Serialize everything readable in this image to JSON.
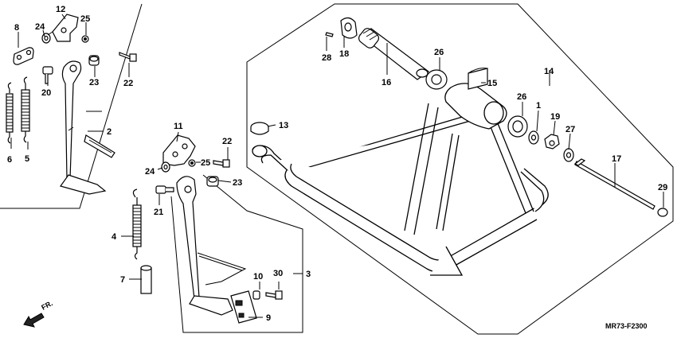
{
  "figure_code": "MR73-F2300",
  "direction_label": "FR.",
  "callouts": {
    "c1": "1",
    "c2": "2",
    "c3": "3",
    "c4": "4",
    "c5": "5",
    "c6": "6",
    "c7": "7",
    "c8": "8",
    "c9": "9",
    "c10": "10",
    "c11": "11",
    "c12": "12",
    "c13": "13",
    "c14": "14",
    "c15": "15",
    "c16": "16",
    "c17": "17",
    "c18": "18",
    "c19": "19",
    "c20": "20",
    "c21": "21",
    "c22": "22",
    "c22b": "22",
    "c23": "23",
    "c23b": "23",
    "c24": "24",
    "c24b": "24",
    "c25": "25",
    "c25b": "25",
    "c26": "26",
    "c26b": "26",
    "c27": "27",
    "c28": "28",
    "c29": "29",
    "c30": "30"
  }
}
